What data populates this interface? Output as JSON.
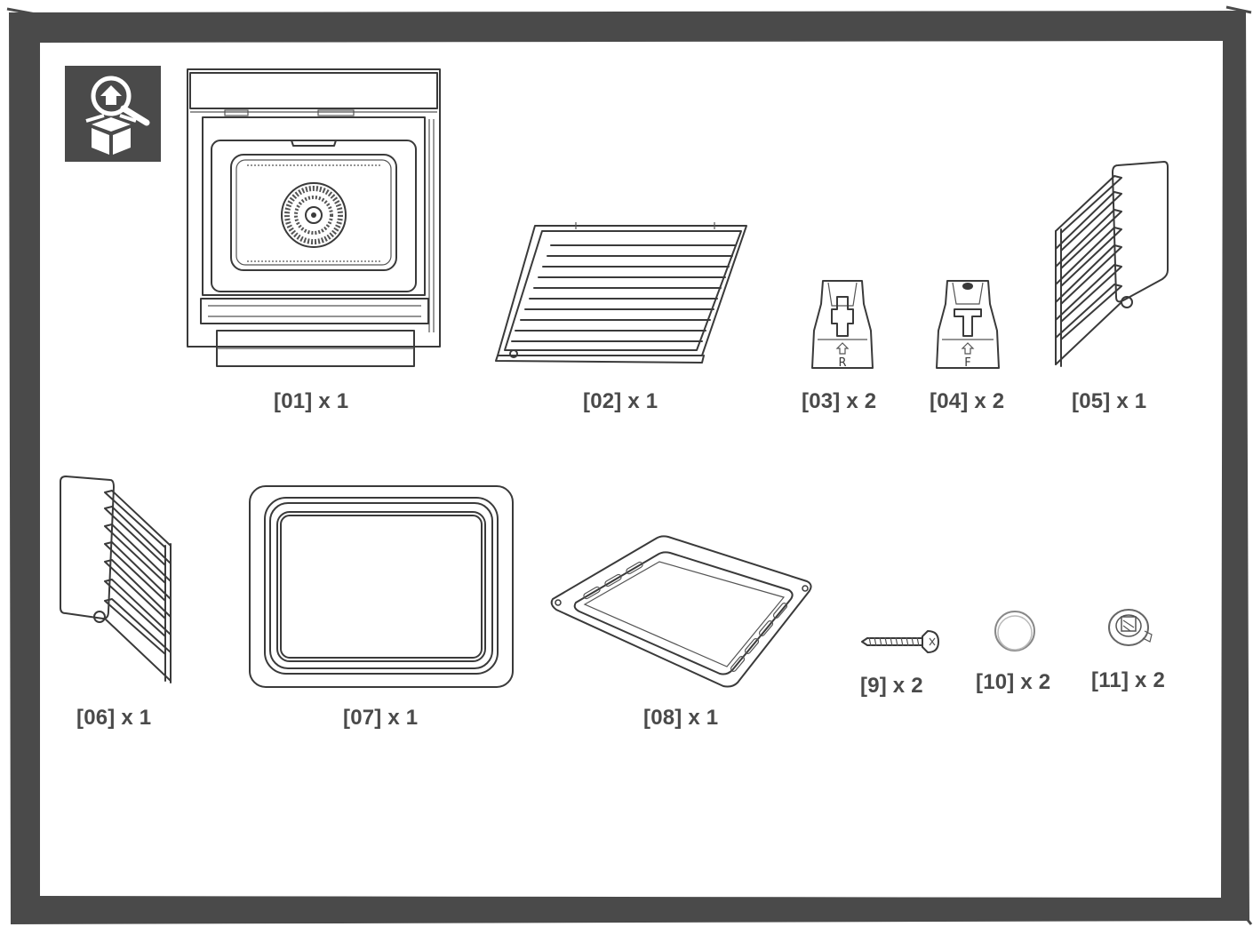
{
  "colors": {
    "frame": "#4a4a4a",
    "background": "#ffffff",
    "label": "#4a4a4a"
  },
  "header_icon": {
    "name": "unpack-inspect-icon"
  },
  "items": [
    {
      "id": "01",
      "label": "[01] x 1",
      "depicts": "built-in-oven"
    },
    {
      "id": "02",
      "label": "[02] x 1",
      "depicts": "wire-grill-rack"
    },
    {
      "id": "03",
      "label": "[03] x 2",
      "depicts": "right-rail-bracket"
    },
    {
      "id": "04",
      "label": "[04] x 2",
      "depicts": "front-rail-bracket"
    },
    {
      "id": "05",
      "label": "[05] x 1",
      "depicts": "right-side-wire-rack"
    },
    {
      "id": "06",
      "label": "[06] x 1",
      "depicts": "left-side-wire-rack"
    },
    {
      "id": "07",
      "label": "[07] x 1",
      "depicts": "deep-baking-tray"
    },
    {
      "id": "08",
      "label": "[08] x 1",
      "depicts": "shallow-baking-tray"
    },
    {
      "id": "9",
      "label": "[9] x 2",
      "depicts": "screw"
    },
    {
      "id": "10",
      "label": "[10] x 2",
      "depicts": "round-cap"
    },
    {
      "id": "11",
      "label": "[11] x 2",
      "depicts": "fixing-clip"
    }
  ]
}
